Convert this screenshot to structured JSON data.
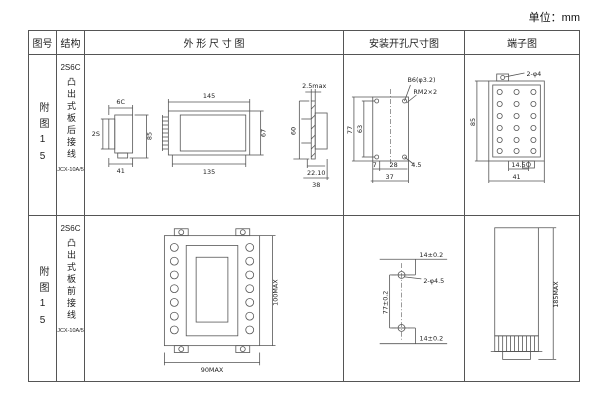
{
  "unit_label": "单位：mm",
  "table": {
    "headers": {
      "fig_no": "图号",
      "structure": "结构",
      "outline": "外 形 尺 寸 图",
      "mounting": "安装开孔尺寸图",
      "terminal": "端子图"
    },
    "rows": [
      {
        "fig_no": "附图15",
        "model": "2S6C",
        "mount_desc": "凸出式板后接线",
        "type_code": "JCX-10A/5",
        "outline": {
          "d6": "6C",
          "d25": "2S",
          "d41": "41",
          "d85": "85",
          "d145": "145",
          "d135": "135",
          "d67": "67",
          "dmax": "2.5max",
          "d60": "60",
          "d22": "22.10",
          "d38": "38"
        },
        "mounting": {
          "hole": "B6(φ3.2)",
          "thread": "RM2×2",
          "d77": "77",
          "d63": "63",
          "d7": "7",
          "d28": "28",
          "d37": "37",
          "d45": "4.5"
        },
        "terminal": {
          "holes": "2-φ4",
          "d85": "85",
          "d145": "14.5",
          "d41": "41"
        }
      },
      {
        "fig_no": "附图15",
        "model": "2S6C",
        "mount_desc": "凸出式板前接线",
        "type_code": "JCX-10A/5",
        "outline": {
          "height": "100MAX",
          "width": "90MAX"
        },
        "mounting": {
          "top": "14±0.2",
          "holes": "2-φ4.5",
          "vert": "77±0.2",
          "bottom": "14±0.2"
        },
        "terminal": {
          "height": "185MAX"
        }
      }
    ]
  }
}
